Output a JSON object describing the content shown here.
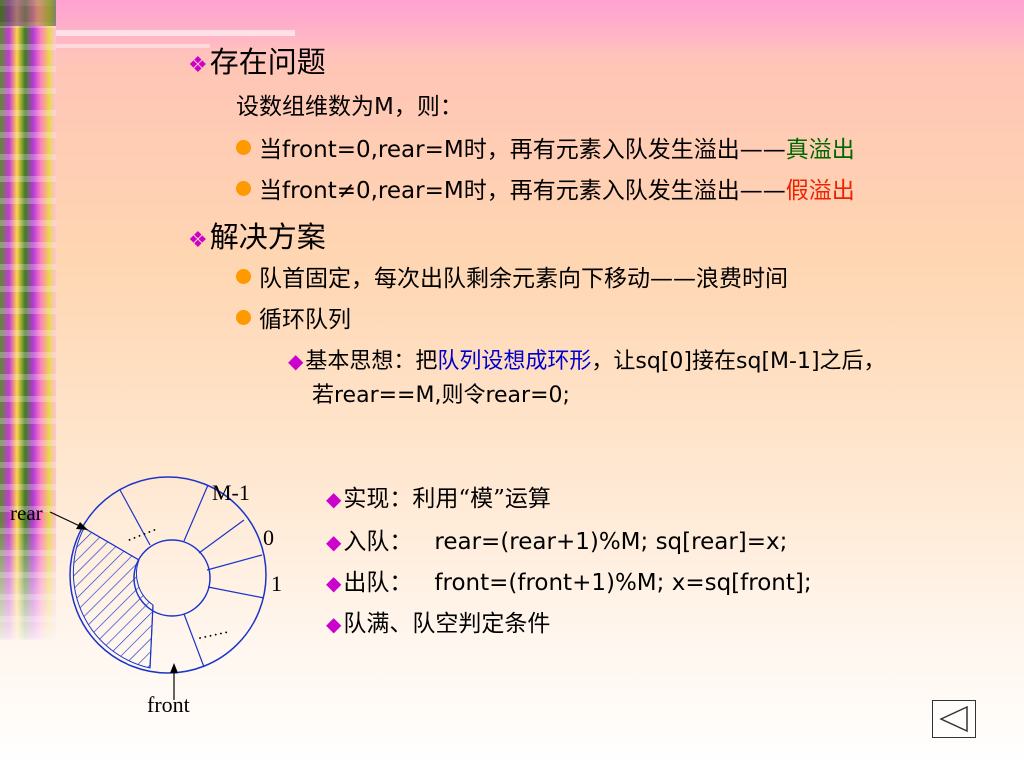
{
  "slide": {
    "h1": {
      "icon": "diamond-cluster-icon",
      "text": "存在问题"
    },
    "line1": "设数组维数为M，则：",
    "b1": {
      "pre": "当front=0,rear=M时，再有元素入队发生溢出——",
      "emph": "真溢出"
    },
    "b2": {
      "pre": "当front≠0,rear=M时，再有元素入队发生溢出——",
      "emph": "假溢出"
    },
    "h2": "解决方案",
    "b3": "队首固定，每次出队剩余元素向下移动——浪费时间",
    "b4": "循环队列",
    "idea": {
      "label": "基本思想：把",
      "blue": "队列设想成环形",
      "rest": "，让sq[0]接在sq[M-1]之后，",
      "line2": "若rear==M,则令rear=0;"
    },
    "impl": [
      {
        "label": "实现：利用“模”运算",
        "code": ""
      },
      {
        "label": "入队：",
        "code": "rear=(rear+1)%M;    sq[rear]=x;"
      },
      {
        "label": "出队：",
        "code": "front=(front+1)%M;    x=sq[front];"
      },
      {
        "label": "队满、队空判定条件",
        "code": ""
      }
    ]
  },
  "diagram": {
    "label_m1": "M-1",
    "label_0": "0",
    "label_1": "1",
    "label_rear": "rear",
    "label_front": "front",
    "dots_top": "……",
    "dots_bottom": "……"
  },
  "colors": {
    "emph_green": "#006600",
    "emph_red": "#ee2200",
    "bullet_orange": "#ff9900",
    "diamond_magenta": "#cc00cc",
    "ring_blue": "#1a35c8"
  }
}
